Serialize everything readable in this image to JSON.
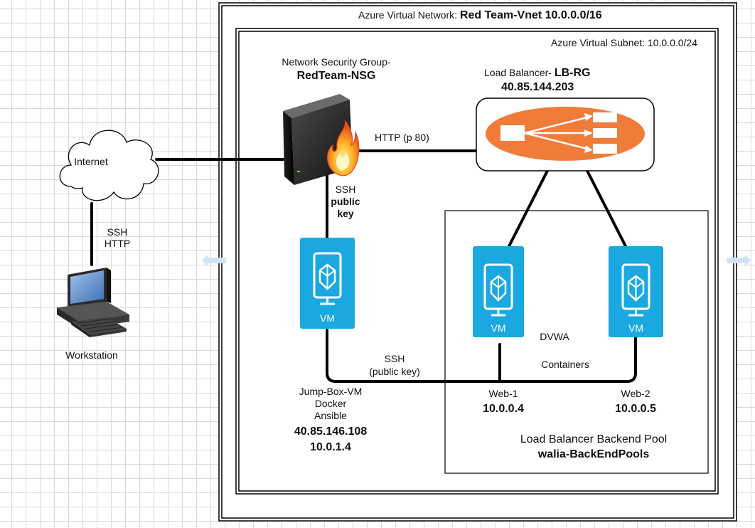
{
  "vnet": {
    "prefix": "Azure Virtual Network: ",
    "name": "Red Team-Vnet 10.0.0.0/16"
  },
  "subnet": {
    "label": "Azure Virtual Subnet: 10.0.0.0/24"
  },
  "internet": {
    "label": "Internet"
  },
  "workstation": {
    "label": "Workstation"
  },
  "link_internet_workstation": {
    "line1": "SSH",
    "line2": "HTTP"
  },
  "nsg": {
    "title": "Network Security Group-",
    "name": "RedTeam-NSG"
  },
  "nsg_ssh": {
    "line1": "SSH",
    "line2": "public",
    "line3": "key"
  },
  "link_nsg_lb": {
    "label": "HTTP (p 80)"
  },
  "load_balancer": {
    "prefix": "Load Balancer- ",
    "name": "LB-RG",
    "ip": "40.85.144.203"
  },
  "jumpbox": {
    "vm_label": "VM",
    "line1": "Jump-Box-VM",
    "line2": "Docker",
    "line3": "Ansible",
    "public_ip": "40.85.146.108",
    "private_ip": "10.0.1.4"
  },
  "link_jumpbox_web": {
    "line1": "SSH",
    "line2": "(public key)"
  },
  "web1": {
    "vm_label": "VM",
    "name": "Web-1",
    "ip": "10.0.0.4"
  },
  "web2": {
    "vm_label": "VM",
    "name": "Web-2",
    "ip": "10.0.0.5"
  },
  "dvwa": {
    "label": "DVWA"
  },
  "containers": {
    "label": "Containers"
  },
  "backend_pool": {
    "title": "Load Balancer Backend Pool",
    "name": "walia-BackEndPools"
  },
  "colors": {
    "vm_tile": "#1ba8e0",
    "lb_orange": "#f07c3a",
    "firewall_flame": "#f4731f",
    "connector": "#000000"
  },
  "icons": {
    "internet": "cloud-icon",
    "workstation": "computer-icon",
    "nsg": "firewall-icon",
    "load_balancer": "load-balancer-icon",
    "vm": "vm-icon"
  }
}
